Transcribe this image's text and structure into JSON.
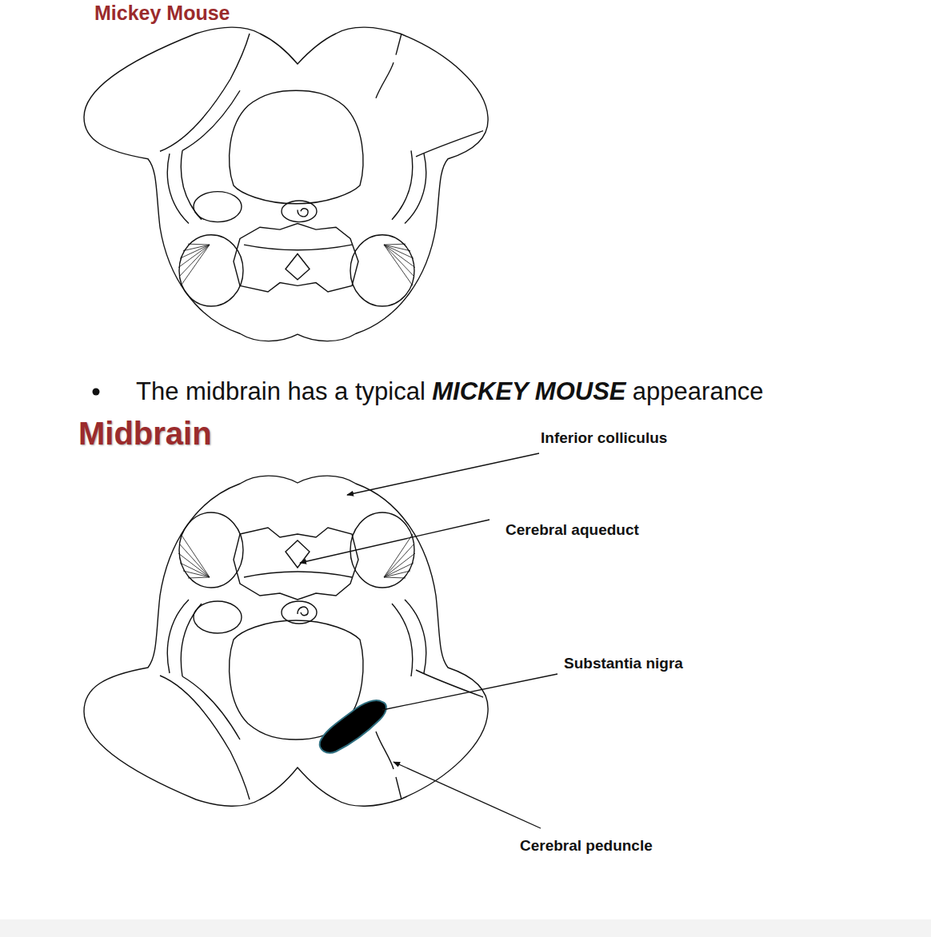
{
  "diagram": {
    "title": "Mickey Mouse",
    "labels": [
      "The midbrain has a typical",
      "MICKEY MOUSE",
      "appearance",
      "Midbrain",
      "Inferior colliculus",
      "Cerebral aqueduct",
      "Substantia nigra",
      "Cerebral peduncle"
    ]
  }
}
